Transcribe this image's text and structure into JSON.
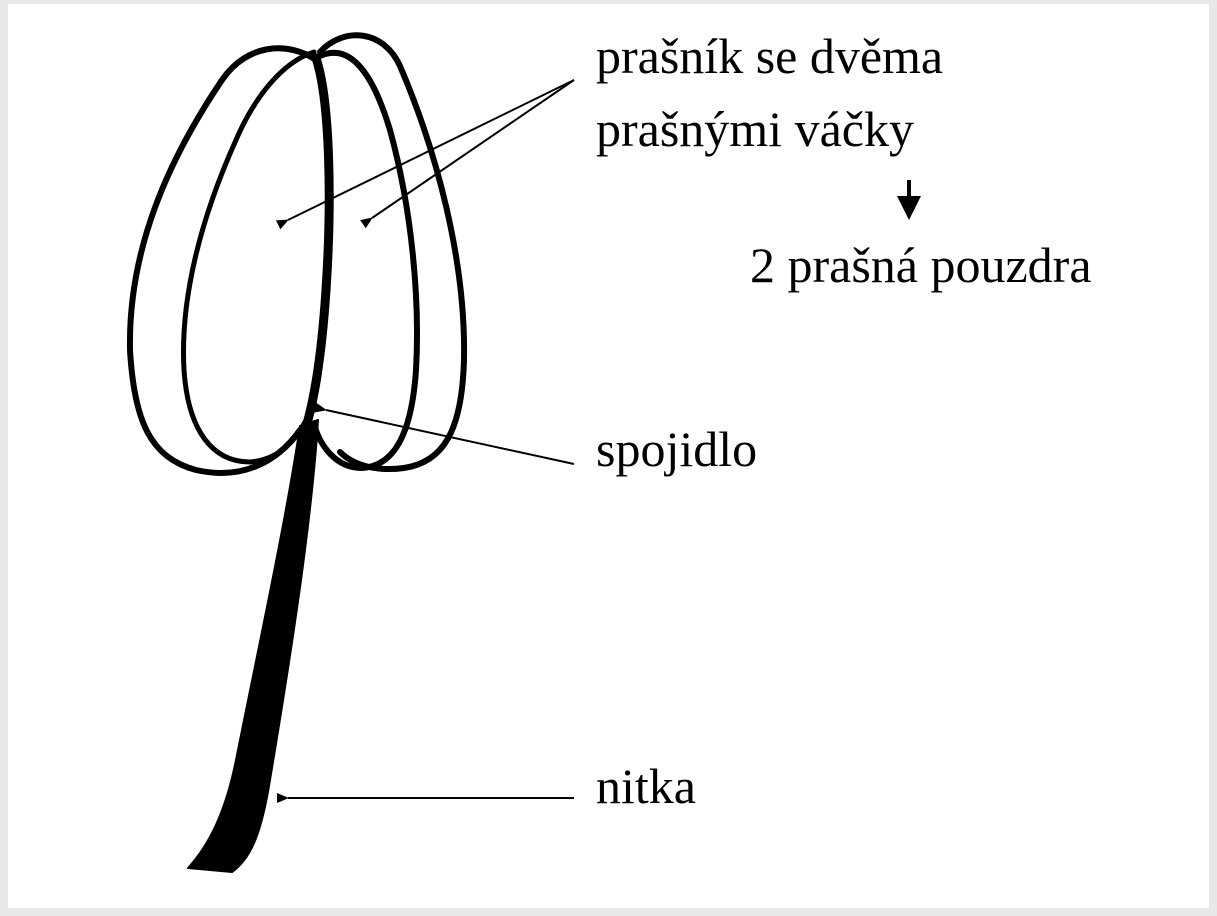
{
  "labels": {
    "anther_line1": "prašník se dvěma",
    "anther_line2": "prašnými váčky",
    "thecae": "2 prašná pouzdra",
    "connective": "spojidlo",
    "filament": "nitka"
  },
  "colors": {
    "background": "#e8e8e6",
    "slide": "#ffffff",
    "ink": "#000000"
  }
}
